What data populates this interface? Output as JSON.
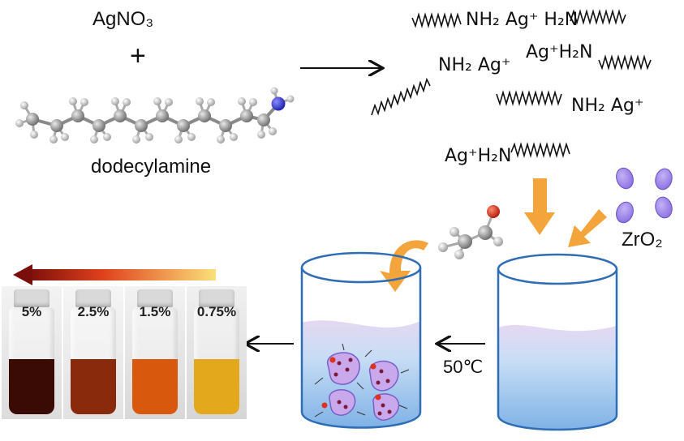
{
  "reagents": {
    "silver_salt": "AgNO₃",
    "plus": "+",
    "amine_name": "dodecylamine"
  },
  "complex_labels": [
    {
      "left": "",
      "right": "NH₂ Ag⁺ H₂N"
    },
    {
      "left": "",
      "right": "NH₂ Ag⁺"
    },
    {
      "left": "Ag⁺H₂N",
      "right": ""
    },
    {
      "left": "",
      "right": "NH₂ Ag⁺"
    },
    {
      "left": "Ag⁺H₂N",
      "right": ""
    }
  ],
  "support": "ZrO₂",
  "temperature": "50℃",
  "vials": [
    {
      "label": "5%",
      "color": "#3a0a04"
    },
    {
      "label": "2.5%",
      "color": "#8a2a0c"
    },
    {
      "label": "1.5%",
      "color": "#d8590e"
    },
    {
      "label": "0.75%",
      "color": "#e3a81c"
    }
  ],
  "colors": {
    "arrow_orange": "#f3a43b",
    "beaker_outline": "#2f6db5",
    "liquid_blue": "#a9cdf0",
    "particle_purple": "#c9a8ec",
    "zro2_purple": "#a58be8",
    "nitrogen_blue": "#2b2fd6",
    "oxygen_red": "#e0301e"
  }
}
